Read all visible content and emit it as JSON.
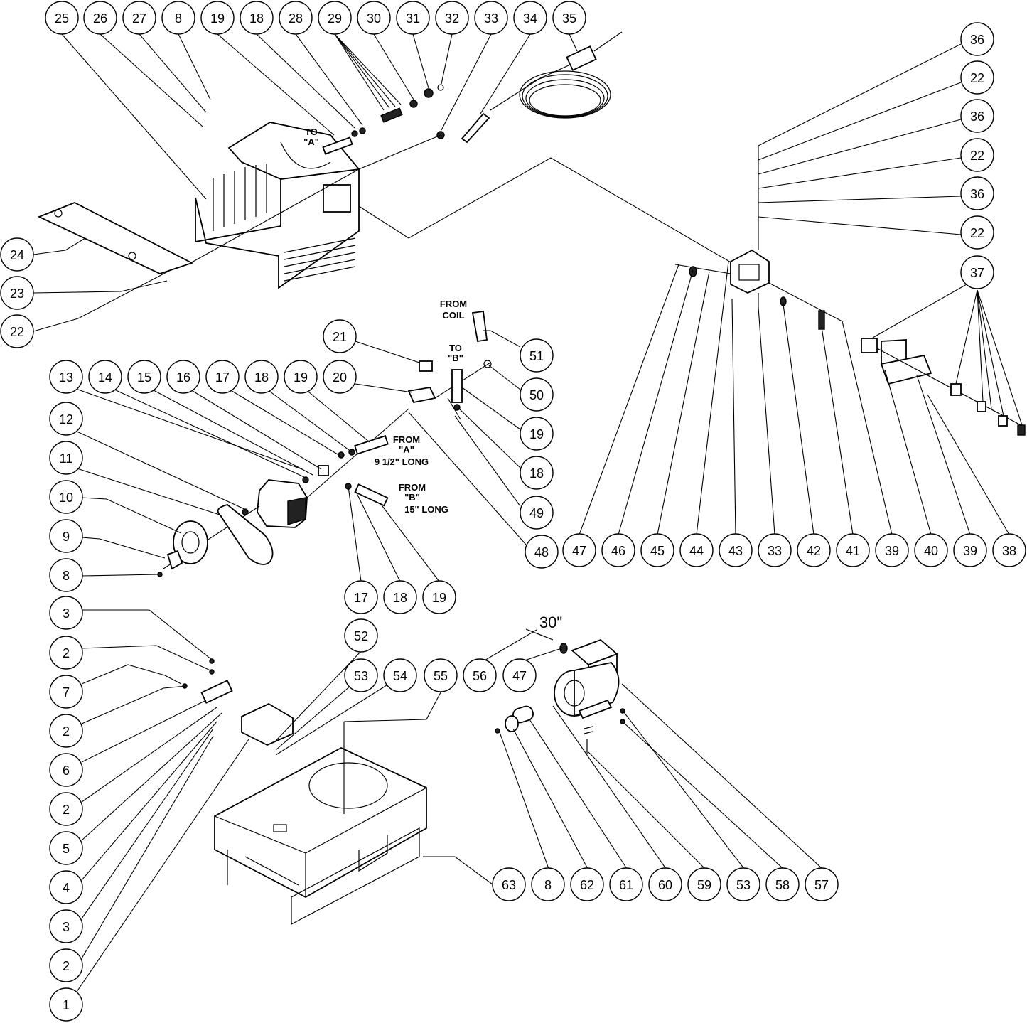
{
  "callouts": [
    "25",
    "26",
    "27",
    "8",
    "19",
    "18",
    "28",
    "29",
    "30",
    "31",
    "32",
    "33",
    "34",
    "35",
    "36",
    "22",
    "36",
    "22",
    "36",
    "22",
    "24",
    "23",
    "22",
    "37",
    "21",
    "51",
    "13",
    "14",
    "15",
    "16",
    "17",
    "18",
    "19",
    "20",
    "50",
    "12",
    "19",
    "11",
    "18",
    "10",
    "49",
    "9",
    "8",
    "48",
    "47",
    "46",
    "45",
    "44",
    "43",
    "33",
    "42",
    "41",
    "39",
    "40",
    "39",
    "38",
    "17",
    "18",
    "19",
    "3",
    "52",
    "2",
    "53",
    "54",
    "55",
    "56",
    "47",
    "7",
    "2",
    "6",
    "2",
    "5",
    "4",
    "3",
    "2",
    "1",
    "63",
    "8",
    "62",
    "61",
    "60",
    "59",
    "53",
    "58",
    "57"
  ],
  "notes": {
    "to_a": [
      "TO",
      "\"A\""
    ],
    "from_coil": [
      "FROM",
      "COIL"
    ],
    "to_b": [
      "TO",
      "\"B\""
    ],
    "from_a": [
      "FROM",
      "\"A\"",
      "9  1/2\"  LONG"
    ],
    "from_b": [
      "FROM",
      "\"B\"",
      "15\"  LONG"
    ],
    "hose_length": "30\""
  }
}
